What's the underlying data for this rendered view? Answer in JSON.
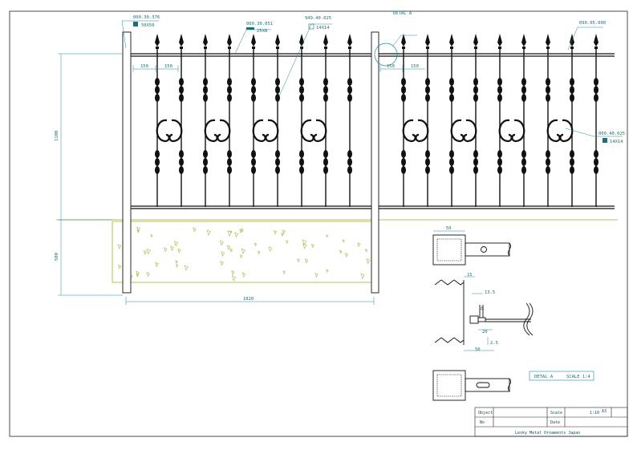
{
  "colors": {
    "line": "#111111",
    "dim": "#1a8a95",
    "ground": "#b8bd5a",
    "frame": "#222222"
  },
  "callouts": {
    "post_code": "000.30.376",
    "post_size": "50X50",
    "rail_code": "000.30.051",
    "rail_size": "25X8",
    "bar_code": "949.40.025",
    "bar_size": "14X14",
    "detail_tag": "DETAL A",
    "top_right_code": "090.05.000",
    "right_bar_code": "000.40.025",
    "right_bar_size": "14X14"
  },
  "dimensions": {
    "spacing_a1": "150",
    "spacing_a2": "150",
    "spacing_b": "150",
    "height": "1100",
    "depth": "500",
    "width": "1820",
    "plan_width": "50",
    "sec_15": "15",
    "sec_13_5": "13.5",
    "sec_8": "8",
    "sec_20": "20",
    "sec_2_5": "2.5",
    "sec_50": "50"
  },
  "detail_box": {
    "label": "DETAL A",
    "scale": "SCALE 1:4"
  },
  "title_block": {
    "object_label": "Object",
    "no_label": "No",
    "scale_label": "Scale",
    "scale_value": "1:10",
    "sheet_size": "A3",
    "date_label": "Date",
    "company": "Lesky Metal Ornaments Japan"
  }
}
